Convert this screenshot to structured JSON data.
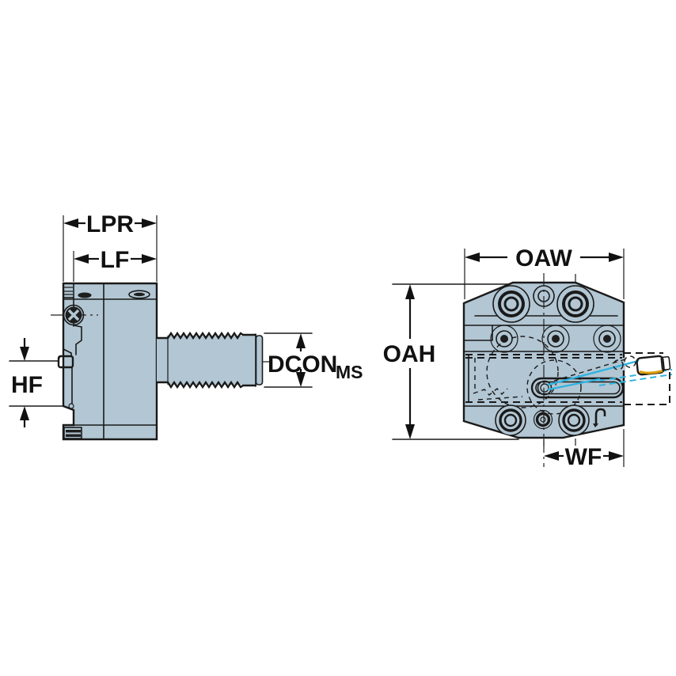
{
  "diagram": {
    "title": "tool-holder-engineering-drawing",
    "views": {
      "left": "side-view",
      "right": "front-view"
    },
    "labels": {
      "lpr": "LPR",
      "lf": "LF",
      "hf": "HF",
      "dcon": "DCON",
      "dcon_sub": "MS",
      "oaw": "OAW",
      "oah": "OAH",
      "wf": "WF"
    },
    "colors": {
      "background": "#ffffff",
      "body": "#b2c6d3",
      "outline": "#1a1a1a",
      "dimension": "#111111",
      "insert": "#ffc400",
      "insert_tip": "#ffd84d",
      "insert_shade": "#dc9e00",
      "blade": "#2fb4e0"
    }
  }
}
